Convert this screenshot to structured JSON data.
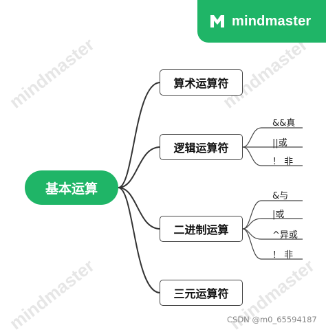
{
  "logo": {
    "brand": "mindmaster"
  },
  "watermark": {
    "text": "mindmaster"
  },
  "root": {
    "label": "基本运算"
  },
  "topics": [
    {
      "label": "算术运算符",
      "children": []
    },
    {
      "label": "逻辑运算符",
      "children": [
        "&&真",
        "||或",
        "！ 非"
      ]
    },
    {
      "label": "二进制运算",
      "children": [
        "&与",
        "|或",
        "^异或",
        "！ 非"
      ]
    },
    {
      "label": "三元运算符",
      "children": []
    }
  ],
  "credit": "CSDN @m0_65594187",
  "colors": {
    "accent": "#1fb567",
    "line": "#333333",
    "border": "#444444"
  }
}
